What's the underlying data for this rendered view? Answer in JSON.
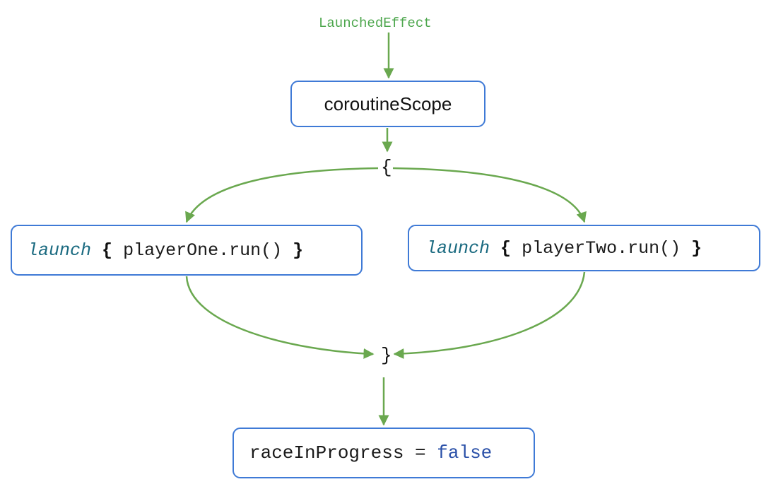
{
  "diagram": {
    "trigger_label": "LaunchedEffect",
    "scope_node": {
      "label": "coroutineScope"
    },
    "open_brace": "{",
    "close_brace": "}",
    "launch_one": {
      "keyword": "launch",
      "open": "{",
      "call": "playerOne.run()",
      "close": "}"
    },
    "launch_two": {
      "keyword": "launch",
      "open": "{",
      "call": "playerTwo.run()",
      "close": "}"
    },
    "result_node": {
      "lhs": "raceInProgress",
      "operator": "=",
      "value": "false"
    }
  },
  "colors": {
    "arrow": "#6aa84f",
    "node_border": "#3f7ad6",
    "trigger_text": "#4ca64c",
    "launch_keyword": "#1a6a80",
    "false_keyword": "#2a50a8"
  }
}
